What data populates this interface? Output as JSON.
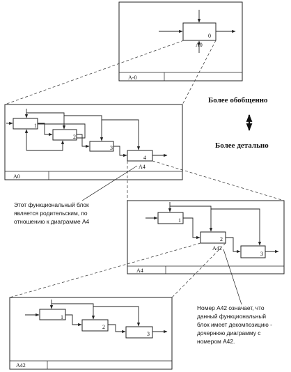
{
  "top_diagram": {
    "node_label": "A-0",
    "block_number": "0",
    "block_code": "A0"
  },
  "a0_diagram": {
    "node_label": "A0",
    "blocks": [
      "1",
      "2",
      "3",
      "4"
    ],
    "highlight_code": "A4"
  },
  "a4_diagram": {
    "node_label": "A4",
    "blocks": [
      "1",
      "2",
      "3"
    ],
    "highlight_code": "A42"
  },
  "a42_diagram": {
    "node_label": "A42",
    "blocks": [
      "1",
      "2",
      "3"
    ]
  },
  "side_labels": {
    "more_general": "Более обобщенно",
    "more_detailed": "Более детально"
  },
  "notes": {
    "parent_block": [
      "Этот функциональный блок",
      "является родительским, по",
      "отношению к диаграмме А4"
    ],
    "node_number": [
      "Номер А42 означает, что",
      "данный функциональный",
      "блок имеет декомпозицию -",
      "дочернюю диаграмму с",
      "номером А42."
    ]
  }
}
